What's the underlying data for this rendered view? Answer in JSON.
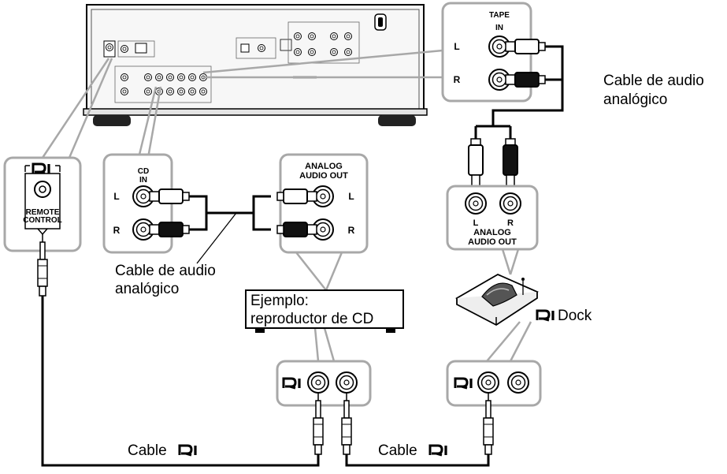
{
  "labels": {
    "tape": "TAPE",
    "tape_in": "IN",
    "left": "L",
    "right": "R",
    "cable_audio_line1": "Cable de audio",
    "cable_audio_line2": "analógico",
    "cd": "CD",
    "cd_in": "IN",
    "analog_audio_out_line1": "ANALOG",
    "analog_audio_out_line2": "AUDIO OUT",
    "ri_logo": "RI",
    "remote_line1": "REMOTE",
    "remote_line2": "CONTROL",
    "example_line1": "Ejemplo:",
    "example_line2": "reproductor de CD",
    "dock_label": "Dock",
    "cable_ri_prefix": "Cable"
  },
  "colors": {
    "line": "#000000",
    "callout": "#a8a8a8",
    "panel_fill": "#ffffff",
    "receiver_body": "#f7f7f7"
  },
  "icons": [
    "rca-jack-icon",
    "rca-plug-white-icon",
    "rca-plug-black-icon",
    "mini-jack-plug-icon",
    "ri-logo-icon",
    "dock-icon",
    "receiver-icon"
  ]
}
